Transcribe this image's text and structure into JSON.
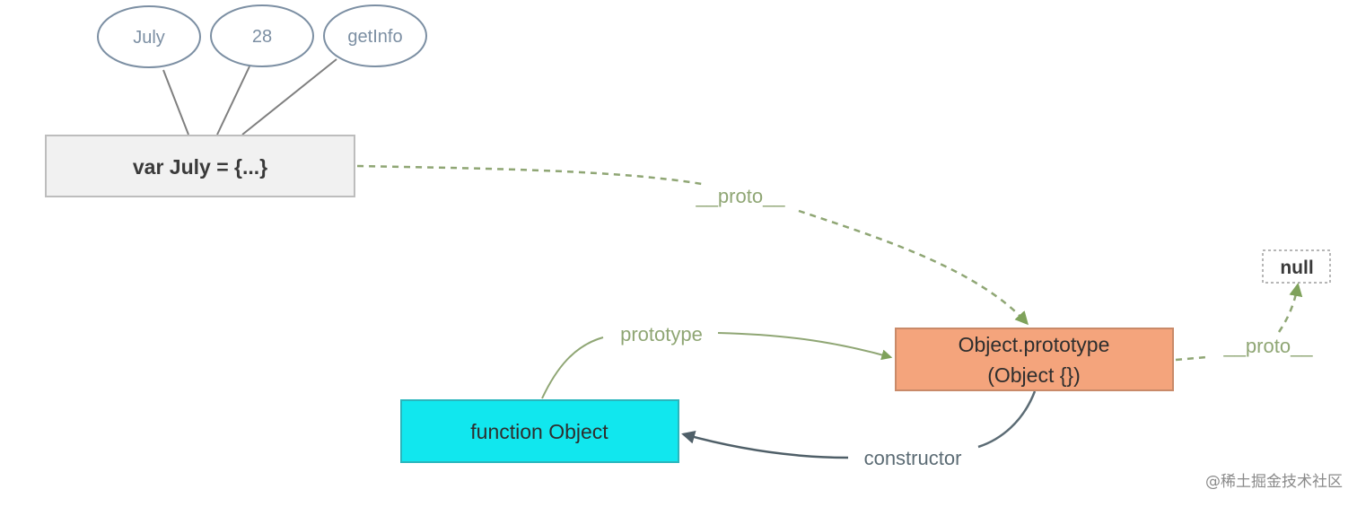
{
  "properties": [
    {
      "label": "July"
    },
    {
      "label": "28"
    },
    {
      "label": "getInfo"
    }
  ],
  "nodes": {
    "july": {
      "label": "var July = {...}",
      "fill": "#f1f1f1",
      "stroke": "#bdbdbd"
    },
    "object_prototype": {
      "line1": "Object.prototype",
      "line2": "(Object {})",
      "fill": "#f4a47c",
      "stroke": "#c98a69"
    },
    "function_object": {
      "label": "function Object",
      "fill": "#11e7ee",
      "stroke": "#29b6bd"
    },
    "null": {
      "label": "null"
    }
  },
  "edges": {
    "july_proto": {
      "label": "__proto__",
      "color": "#8fa674"
    },
    "prototype": {
      "label": "prototype",
      "color": "#8fa674"
    },
    "constructor": {
      "label": "constructor",
      "color": "#5b6b74"
    },
    "object_proto": {
      "label": "__proto__",
      "color": "#8fa674"
    }
  },
  "watermark": "@稀土掘金技术社区"
}
